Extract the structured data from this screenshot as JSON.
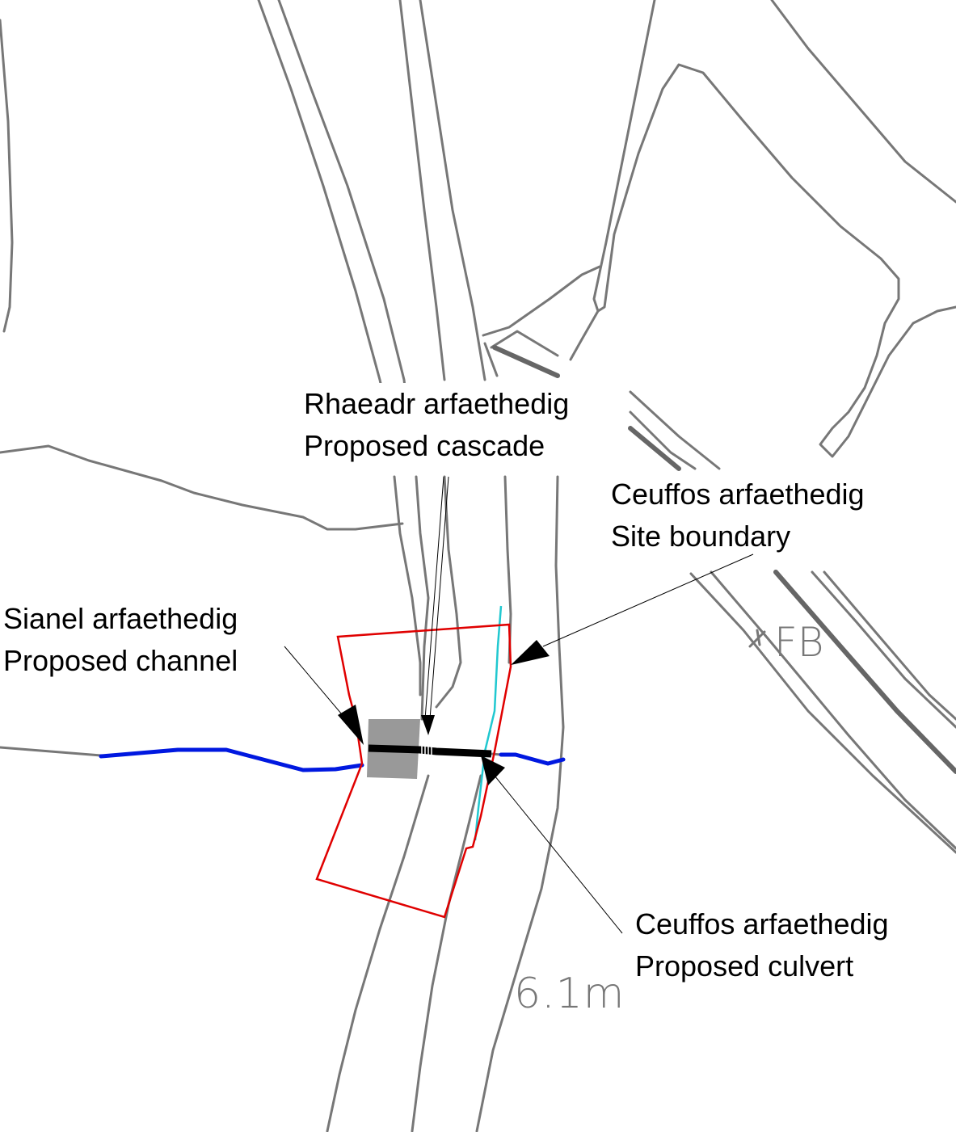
{
  "labels": {
    "cascade": {
      "welsh": "Rhaeadr arfaethedig",
      "english": "Proposed cascade"
    },
    "site_boundary": {
      "welsh": "Ceuffos arfaethedig",
      "english": "Site boundary"
    },
    "channel": {
      "welsh": "Sianel arfaethedig",
      "english": "Proposed channel"
    },
    "culvert": {
      "welsh": "Ceuffos arfaethedig",
      "english": "Proposed culvert"
    }
  },
  "spot_height": "6.1m",
  "footbridge": "FB",
  "colors": {
    "background": "#ffffff",
    "map_lines": "#777777",
    "site_boundary": "#e00000",
    "watercourse": "#0018e0",
    "cyan_line": "#20c8d0",
    "culvert": "#000000",
    "structure_fill": "#999999"
  }
}
